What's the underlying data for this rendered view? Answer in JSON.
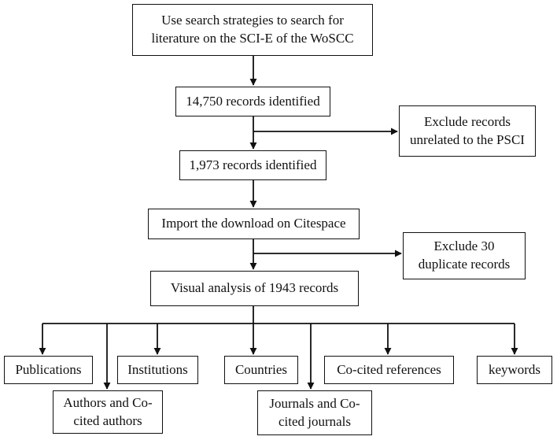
{
  "diagram": {
    "nodes": {
      "search": {
        "line1": "Use search strategies to search for",
        "line2": "literature on the SCI-E of the WoSCC"
      },
      "identified_1": {
        "text": "14,750 records identified"
      },
      "exclude_unrelated": {
        "line1": "Exclude records",
        "line2": "unrelated to the PSCI"
      },
      "identified_2": {
        "text": "1,973 records identified"
      },
      "import": {
        "text": "Import the download on Citespace"
      },
      "exclude_duplicates": {
        "line1": "Exclude 30",
        "line2": "duplicate records"
      },
      "visual_analysis": {
        "text": "Visual analysis of 1943 records"
      },
      "publications": {
        "text": "Publications"
      },
      "authors": {
        "line1": "Authors and Co-",
        "line2": "cited authors"
      },
      "institutions": {
        "text": "Institutions"
      },
      "countries": {
        "text": "Countries"
      },
      "journals": {
        "line1": "Journals and Co-",
        "line2": "cited journals"
      },
      "cocited_references": {
        "text": "Co-cited references"
      },
      "keywords": {
        "text": "keywords"
      }
    },
    "colors": {
      "line": "#111111",
      "box_border": "#111111",
      "background": "#ffffff"
    }
  }
}
